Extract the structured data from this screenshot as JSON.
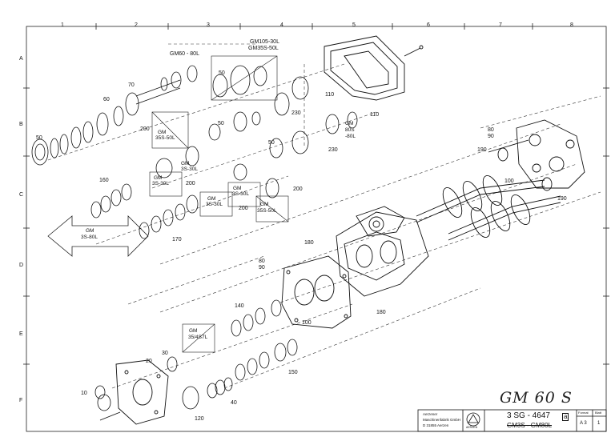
{
  "columns": [
    "1",
    "2",
    "3",
    "4",
    "5",
    "6",
    "7",
    "8"
  ],
  "rows": [
    "A",
    "B",
    "C",
    "D",
    "E",
    "F"
  ],
  "part_labels": {
    "gm60_80l": "GM60 - 80L",
    "gm105_30l": "GM105-30L",
    "gm35s_50l_top": "GM35S-50L",
    "p70": "70",
    "p60": "60",
    "p50_left": "50",
    "p50_a": "50",
    "p50_b": "50",
    "p50_c": "50",
    "p110_a": "110",
    "p110_b": "110",
    "p230_a": "230",
    "p230_b": "230",
    "gm_80s_80l": [
      "GM",
      "80S",
      "-80L"
    ],
    "p200_a": "200",
    "gm_35s_50l_b": [
      "GM",
      "35S-50L"
    ],
    "gm_3s_30l_a": [
      "GM",
      "3S-30L"
    ],
    "p200_b": "200",
    "p200_c": "200",
    "p200_d": "200",
    "gm_3s_30l_b": [
      "GM",
      "3S-30L"
    ],
    "gm_3s_30l_c": [
      "GM",
      "3S-30L"
    ],
    "gm_3s_30l_d": [
      "GM",
      "3S-30L"
    ],
    "gm_35s_50l_c": [
      "GM",
      "35S-50L"
    ],
    "p160": "160",
    "p170": "170",
    "gm_3s_80l": [
      "GM",
      "3S-80L"
    ],
    "p80_top": "80",
    "p90_top": "90",
    "p190_a": "190",
    "p190_b": "190",
    "p100_right": "100",
    "p180_a": "180",
    "p180_b": "180",
    "p80_mid": "80",
    "p90_mid": "90",
    "p140": "140",
    "p100_mid": "100",
    "gm_35_37l": [
      "GM",
      "35/4S7L"
    ],
    "p30": "30",
    "p20": "20",
    "p10": "10",
    "p150": "150",
    "p40": "40",
    "p120": "120"
  },
  "handwritten_note": "GM 60 S",
  "title_block": {
    "company_line1": "Aerzener",
    "company_line2": "Maschinenfabrik GmbH",
    "company_line3": "D 31855 Aerzen",
    "logo_caption": "AERZEN",
    "drawing_number": "3 SG - 4647",
    "revision": "a",
    "model_range": "GM3S - GM80L",
    "format_label": "Format",
    "format_value": "A 3",
    "sheet_label": "Blatt",
    "sheet_value": "1"
  }
}
